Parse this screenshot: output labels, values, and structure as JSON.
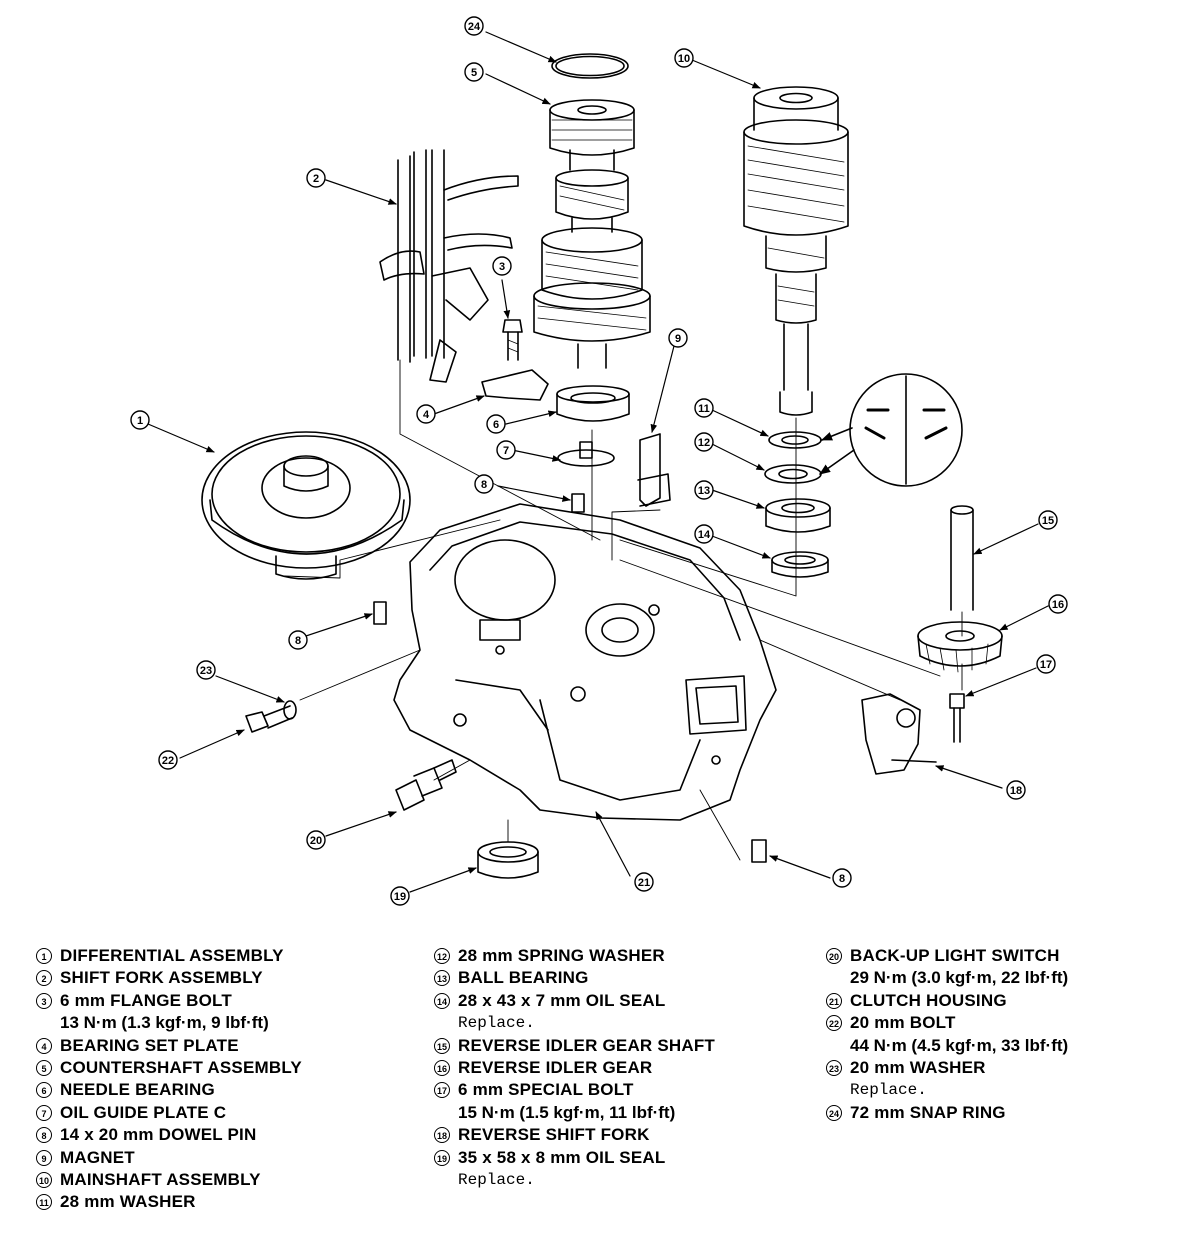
{
  "callouts": [
    {
      "n": "1"
    },
    {
      "n": "2"
    },
    {
      "n": "3"
    },
    {
      "n": "4"
    },
    {
      "n": "5"
    },
    {
      "n": "6"
    },
    {
      "n": "7"
    },
    {
      "n": "8"
    },
    {
      "n": "9"
    },
    {
      "n": "10"
    },
    {
      "n": "11"
    },
    {
      "n": "12"
    },
    {
      "n": "13"
    },
    {
      "n": "14"
    },
    {
      "n": "15"
    },
    {
      "n": "16"
    },
    {
      "n": "17"
    },
    {
      "n": "18"
    },
    {
      "n": "19"
    },
    {
      "n": "20"
    },
    {
      "n": "21"
    },
    {
      "n": "22"
    },
    {
      "n": "23"
    },
    {
      "n": "24"
    },
    {
      "n": "8"
    },
    {
      "n": "8"
    }
  ],
  "legend": {
    "col1": [
      {
        "num": "1",
        "name": "DIFFERENTIAL ASSEMBLY"
      },
      {
        "num": "2",
        "name": "SHIFT FORK ASSEMBLY"
      },
      {
        "num": "3",
        "name": "6 mm FLANGE BOLT",
        "note": "13 N·m (1.3 kgf·m, 9 lbf·ft)"
      },
      {
        "num": "4",
        "name": "BEARING SET PLATE"
      },
      {
        "num": "5",
        "name": "COUNTERSHAFT ASSEMBLY"
      },
      {
        "num": "6",
        "name": "NEEDLE BEARING"
      },
      {
        "num": "7",
        "name": "OIL GUIDE PLATE C"
      },
      {
        "num": "8",
        "name": "14 x 20 mm DOWEL PIN"
      },
      {
        "num": "9",
        "name": "MAGNET"
      },
      {
        "num": "10",
        "name": "MAINSHAFT ASSEMBLY"
      },
      {
        "num": "11",
        "name": "28 mm WASHER"
      }
    ],
    "col2": [
      {
        "num": "12",
        "name": "28 mm SPRING WASHER"
      },
      {
        "num": "13",
        "name": "BALL BEARING"
      },
      {
        "num": "14",
        "name": "28 x 43 x 7 mm OIL SEAL",
        "note": "Replace.",
        "mono": true
      },
      {
        "num": "15",
        "name": "REVERSE IDLER GEAR SHAFT"
      },
      {
        "num": "16",
        "name": "REVERSE IDLER GEAR"
      },
      {
        "num": "17",
        "name": "6 mm SPECIAL BOLT",
        "note": "15 N·m (1.5 kgf·m, 11 lbf·ft)"
      },
      {
        "num": "18",
        "name": "REVERSE SHIFT FORK"
      },
      {
        "num": "19",
        "name": "35 x 58 x 8 mm OIL SEAL",
        "note": "Replace.",
        "mono": true
      }
    ],
    "col3": [
      {
        "num": "20",
        "name": "BACK-UP LIGHT SWITCH",
        "note": "29 N·m (3.0 kgf·m, 22 lbf·ft)"
      },
      {
        "num": "21",
        "name": "CLUTCH HOUSING"
      },
      {
        "num": "22",
        "name": "20 mm BOLT",
        "note": "44 N·m (4.5 kgf·m, 33 lbf·ft)"
      },
      {
        "num": "23",
        "name": "20 mm WASHER",
        "note": "Replace.",
        "mono": true
      },
      {
        "num": "24",
        "name": "72 mm SNAP RING"
      }
    ]
  }
}
